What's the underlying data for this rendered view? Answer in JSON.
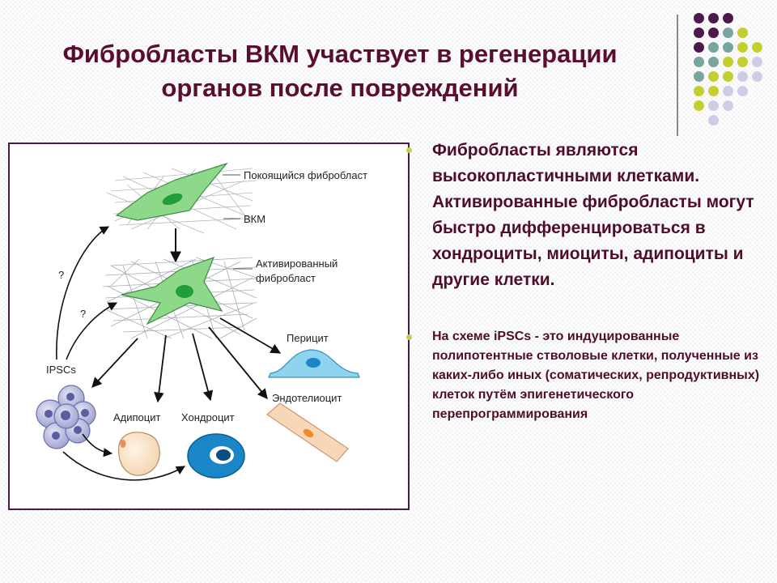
{
  "slide": {
    "title": "Фибробласты ВКМ участвует в регенерации органов после повреждений",
    "bullet1": "Фибробласты являются высокопластичными клетками. Активированные фибробласты могут быстро дифференцироваться  в хондроциты, миоциты, адипоциты и другие клетки.",
    "bullet2": "На схеме iPSCs - это индуцированные полипотентные стволовые клетки, полученные из каких-либо иных (соматических, репродуктивных) клеток путём эпигенетического перепрограммирования"
  },
  "diagram": {
    "labels": {
      "resting_fibroblast": "Покоящийся фибробласт",
      "ecm": "ВКМ",
      "activated_line1": "Активированный",
      "activated_line2": "фибробласт",
      "pericyte": "Перицит",
      "ipscs": "IPSCs",
      "endotheliocyte": "Эндотелиоцит",
      "adipocyte": "Адипоцит",
      "chondrocyte": "Хондроцит",
      "question1": "?",
      "question2": "?"
    }
  },
  "colors": {
    "title": "#5a0d2e",
    "text": "#4f0d2c",
    "border": "#4c1a4a",
    "fibroblast": "#8ed889",
    "nucleus_green": "#1f9e3a",
    "pericyte": "#8fd3ee",
    "chondrocyte": "#1a86c8",
    "dot_purple": "#4c1a4a",
    "dot_teal": "#79a5a0",
    "dot_lime": "#c3cf2e",
    "dot_lavender": "#cfcde6"
  }
}
